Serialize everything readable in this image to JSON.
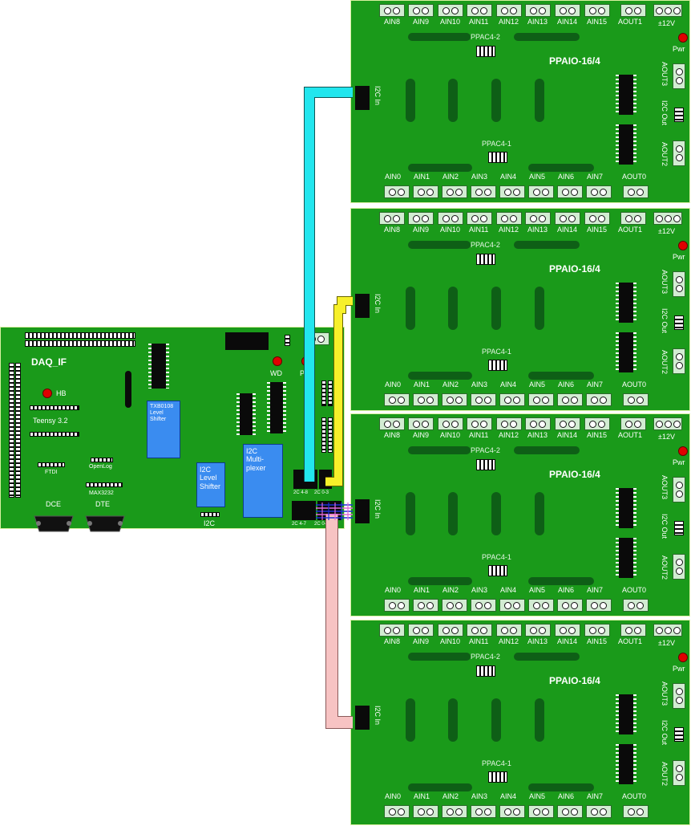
{
  "colors": {
    "board_green": "#1a9a1a",
    "slot_green": "#0e5f16",
    "blue_chip": "#3a8cf0",
    "led_red": "#e00000",
    "cable_cyan": "#22e6ee",
    "cable_yellow": "#f7f02a",
    "cable_pink": "#f7c3c3"
  },
  "ppaio": {
    "title": "PPAIO-16/4",
    "top_labels": [
      "AIN8",
      "AIN9",
      "AIN10",
      "AIN11",
      "AIN12",
      "AIN13",
      "AIN14",
      "AIN15"
    ],
    "aout1": "AOUT1",
    "power_12v": "±12V",
    "pwr": "Pwr",
    "bottom_labels": [
      "AIN0",
      "AIN1",
      "AIN2",
      "AIN3",
      "AIN4",
      "AIN5",
      "AIN6",
      "AIN7"
    ],
    "aout0": "AOUT0",
    "ppac_top": "PPAC4-2",
    "ppac_bottom": "PPAC4-1",
    "i2c_in": "I2C In",
    "aout3": "AOUT3",
    "i2c_out": "I2C Out",
    "aout2": "AOUT2"
  },
  "daq": {
    "title": "DAQ_IF",
    "hb": "HB",
    "teensy": "Teensy 3.2",
    "ftdi": "FTDI",
    "openlog": "OpenLog",
    "max3232": "MAX3232",
    "txb": "TXB0108\nLevel\nShifter",
    "i2c_level": "I2C\nLevel\nShifter",
    "mux": "I2C\nMulti-\nplexer",
    "i2c": "I2C",
    "wd": "WD",
    "pwr": "Pwr",
    "dce": "DCE",
    "dte": "DTE",
    "conn_labels": [
      "2C 4-8",
      "2C 0-3",
      "2C 4-7",
      "2C 0-3"
    ]
  }
}
